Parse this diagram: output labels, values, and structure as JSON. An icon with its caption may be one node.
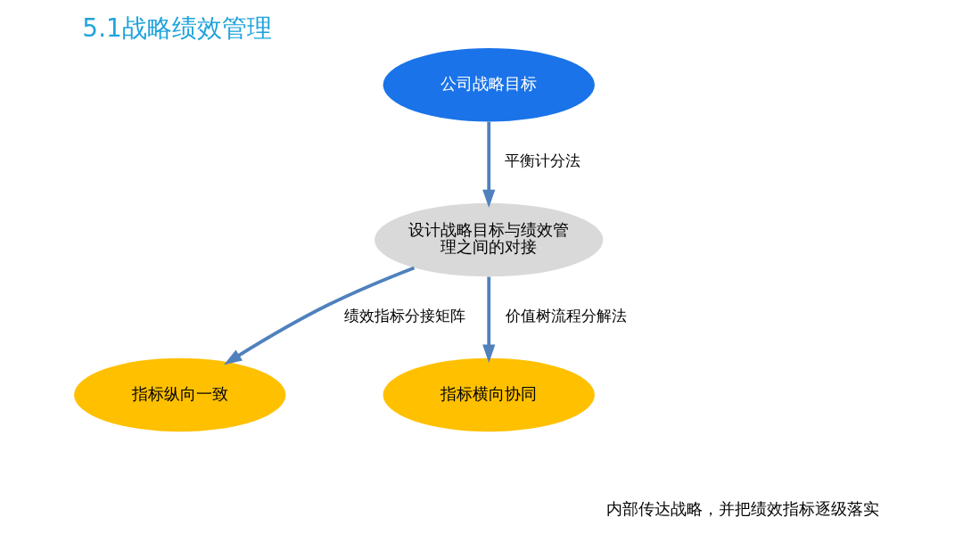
{
  "diagram": {
    "title": "5.1战略绩效管理",
    "nodes": [
      {
        "text": [
          "公司战略目标"
        ]
      },
      {
        "text": [
          "设计战略目标与绩效管理之间的对接"
        ]
      },
      {
        "text": [
          "指标纵向一致"
        ]
      },
      {
        "text": [
          "指标横向协同"
        ]
      }
    ],
    "edges": [
      {
        "from": 0,
        "to": 1,
        "arrow": "to",
        "label": "平衡计分法"
      },
      {
        "from": 1,
        "to": 2,
        "arrow": "to",
        "label": "绩效指标分接矩阵"
      },
      {
        "from": 1,
        "to": 3,
        "arrow": "to",
        "label": "价值树流程分解法"
      }
    ],
    "labels": [
      "内部传达战略，并把绩效指标逐级落实"
    ]
  }
}
